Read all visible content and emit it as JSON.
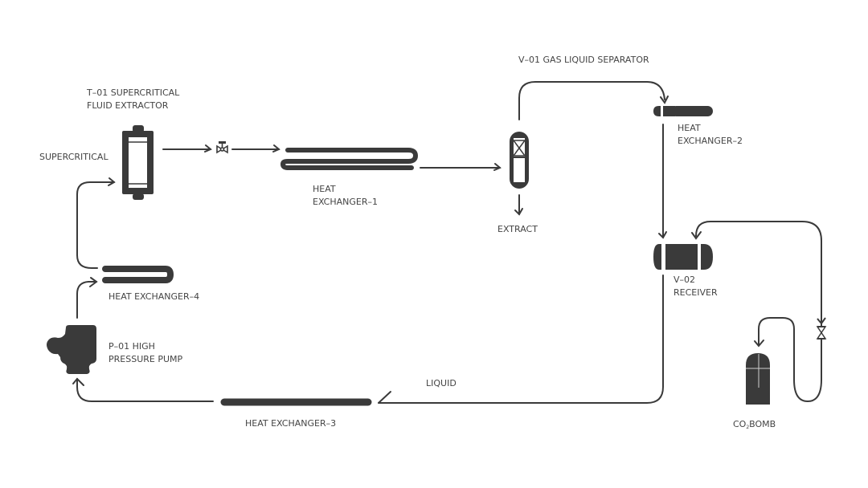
{
  "diagram": {
    "title": "Supercritical CO2 Extraction Process Flow",
    "colors": {
      "equipment": "#3a3a3a",
      "line": "#3a3a3a",
      "text": "#444444",
      "background": "#ffffff"
    },
    "components": {
      "extractor": {
        "line1": "T–01 SUPERCRITICAL",
        "line2": "FLUID EXTRACTOR"
      },
      "supercritical": {
        "label": "SUPERCRITICAL"
      },
      "hx1": {
        "line1": "HEAT",
        "line2": "EXCHANGER–1"
      },
      "separator": {
        "label": "V–01 GAS LIQUID SEPARATOR"
      },
      "extract": {
        "label": "EXTRACT"
      },
      "hx2": {
        "line1": "HEAT",
        "line2": "EXCHANGER–2"
      },
      "receiver": {
        "line1": "V–02",
        "line2": "RECEIVER"
      },
      "hx4": {
        "label": "HEAT EXCHANGER–4"
      },
      "pump": {
        "line1": "P–01 HIGH",
        "line2": "PRESSURE PUMP"
      },
      "liquid": {
        "label": "LIQUID"
      },
      "hx3": {
        "label": "HEAT EXCHANGER–3"
      },
      "co2": {
        "prefix": "CO",
        "subscript": "2",
        "suffix": "BOMB"
      }
    },
    "icons": [
      "extractor-vessel-icon",
      "globe-valve-icon",
      "coil-heat-exchanger-icon",
      "separator-vessel-icon",
      "receiver-tank-icon",
      "pump-icon",
      "gas-cylinder-icon",
      "gate-valve-icon"
    ]
  }
}
